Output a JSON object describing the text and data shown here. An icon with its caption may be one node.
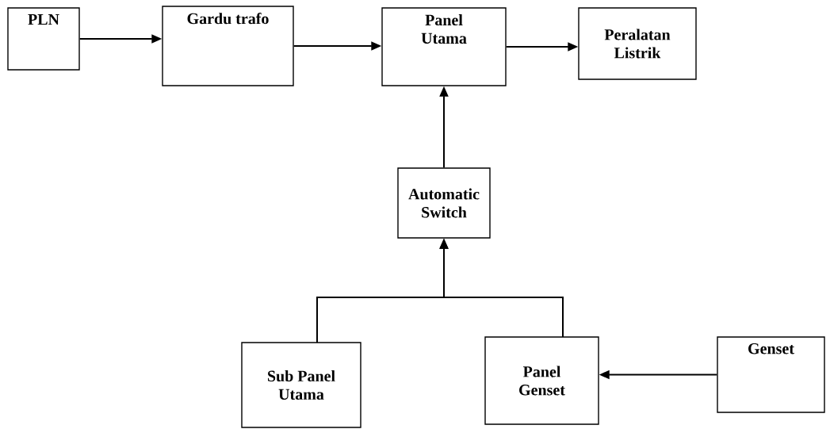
{
  "diagram": {
    "nodes": [
      {
        "text": [
          "PLN"
        ]
      },
      {
        "text": [
          "Gardu trafo"
        ]
      },
      {
        "text": [
          "Panel Utama"
        ]
      },
      {
        "text": [
          "Peralatan Listrik"
        ]
      },
      {
        "text": [
          "Automatic Switch"
        ]
      },
      {
        "text": [
          "Sub Panel Utama"
        ]
      },
      {
        "text": [
          "Panel Genset"
        ]
      },
      {
        "text": [
          "Genset"
        ]
      }
    ],
    "edges": [
      {
        "from": 0,
        "to": 1,
        "arrow": "to"
      },
      {
        "from": 1,
        "to": 2,
        "arrow": "to"
      },
      {
        "from": 2,
        "to": 3,
        "arrow": "to"
      },
      {
        "from": 4,
        "to": 2,
        "arrow": "to"
      },
      {
        "from": 5,
        "to": 4,
        "arrow": "to"
      },
      {
        "from": 6,
        "to": 4,
        "arrow": "to"
      },
      {
        "from": 7,
        "to": 6,
        "arrow": "to"
      }
    ]
  }
}
